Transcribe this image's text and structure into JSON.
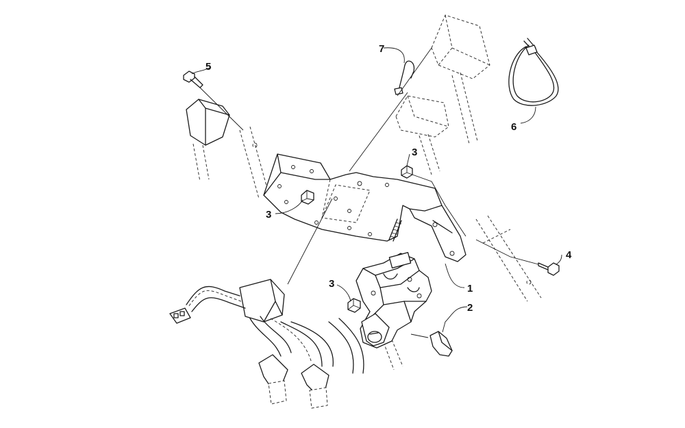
{
  "callouts": [
    {
      "id": "c1",
      "label": "1"
    },
    {
      "id": "c2",
      "label": "2"
    },
    {
      "id": "c3a",
      "label": "3"
    },
    {
      "id": "c3b",
      "label": "3"
    },
    {
      "id": "c3c",
      "label": "3"
    },
    {
      "id": "c4",
      "label": "4"
    },
    {
      "id": "c5",
      "label": "5"
    },
    {
      "id": "c6",
      "label": "6"
    },
    {
      "id": "c7",
      "label": "7"
    }
  ],
  "colors": {
    "line": "#1a1a1a",
    "background": "#ffffff"
  }
}
